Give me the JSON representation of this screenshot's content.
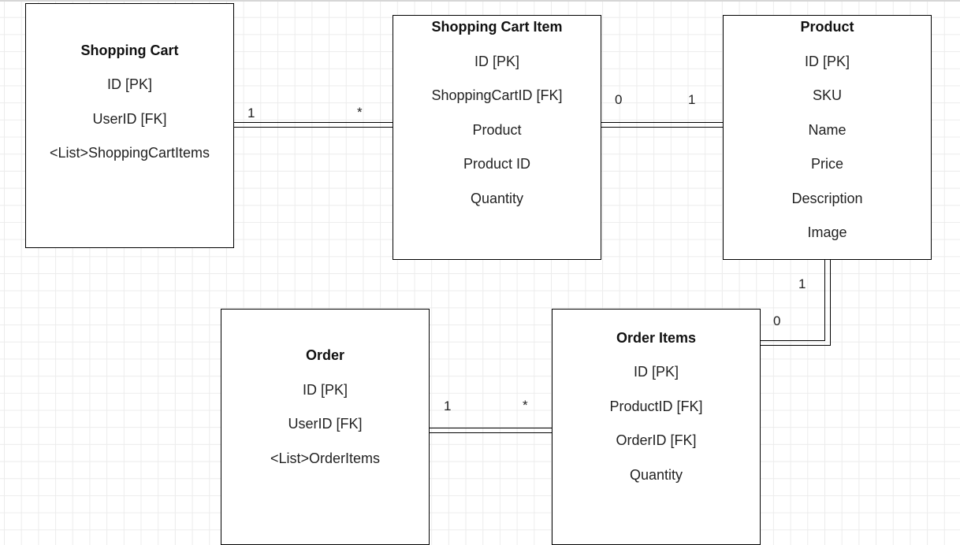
{
  "entities": {
    "shopping_cart": {
      "title": "Shopping Cart",
      "fields": [
        "ID [PK]",
        "UserID [FK]",
        "<List>ShoppingCartItems"
      ]
    },
    "shopping_cart_item": {
      "title": "Shopping Cart Item",
      "fields": [
        "ID [PK]",
        "ShoppingCartID [FK]",
        "Product",
        "Product ID",
        "Quantity"
      ]
    },
    "product": {
      "title": "Product",
      "fields": [
        "ID [PK]",
        "SKU",
        "Name",
        "Price",
        "Description",
        "Image"
      ]
    },
    "order": {
      "title": "Order",
      "fields": [
        "ID [PK]",
        "UserID [FK]",
        "<List>OrderItems"
      ]
    },
    "order_items": {
      "title": "Order Items",
      "fields": [
        "ID [PK]",
        "ProductID [FK]",
        "OrderID [FK]",
        "Quantity"
      ]
    }
  },
  "relations": {
    "cart_to_item": {
      "source": "1",
      "target": "*"
    },
    "item_to_product": {
      "source": "0",
      "target": "1"
    },
    "product_to_order_item": {
      "source": "1",
      "target": "0"
    },
    "order_to_item": {
      "source": "1",
      "target": "*"
    }
  },
  "colors": {
    "line": "#000000",
    "grid": "#ececec",
    "background": "#ffffff"
  }
}
